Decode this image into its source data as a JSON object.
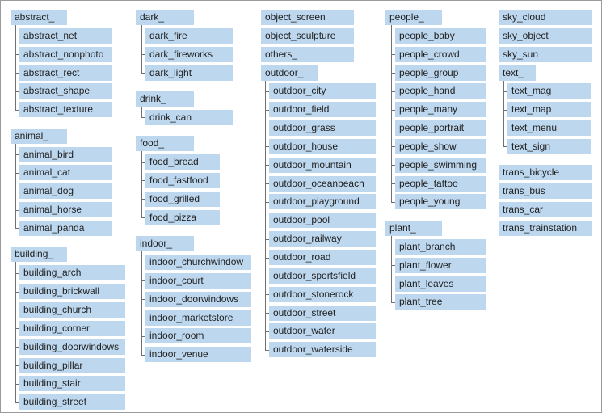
{
  "columns": [
    {
      "groups": [
        {
          "label": "abstract_",
          "children": [
            "abstract_net",
            "abstract_nonphoto",
            "abstract_rect",
            "abstract_shape",
            "abstract_texture"
          ]
        },
        {
          "label": "animal_",
          "children": [
            "animal_bird",
            "animal_cat",
            "animal_dog",
            "animal_horse",
            "animal_panda"
          ]
        },
        {
          "label": "building_",
          "children": [
            "building_arch",
            "building_brickwall",
            "building_church",
            "building_corner",
            "building_doorwindows",
            "building_pillar",
            "building_stair",
            "building_street"
          ]
        }
      ]
    },
    {
      "groups": [
        {
          "label": "dark_",
          "children": [
            "dark_fire",
            "dark_fireworks",
            "dark_light"
          ]
        },
        {
          "label": "drink_",
          "children": [
            "drink_can"
          ]
        },
        {
          "label": "food_",
          "children": [
            "food_bread",
            "food_fastfood",
            "food_grilled",
            "food_pizza"
          ]
        },
        {
          "label": "indoor_",
          "children": [
            "indoor_churchwindow",
            "indoor_court",
            "indoor_doorwindows",
            "indoor_marketstore",
            "indoor_room",
            "indoor_venue"
          ]
        }
      ]
    },
    {
      "groups": [
        {
          "label": "object_screen",
          "children": []
        },
        {
          "label": "object_sculpture",
          "children": []
        },
        {
          "label": "others_",
          "children": []
        },
        {
          "label": "outdoor_",
          "children": [
            "outdoor_city",
            "outdoor_field",
            "outdoor_grass",
            "outdoor_house",
            "outdoor_mountain",
            "outdoor_oceanbeach",
            "outdoor_playground",
            "outdoor_pool",
            "outdoor_railway",
            "outdoor_road",
            "outdoor_sportsfield",
            "outdoor_stonerock",
            "outdoor_street",
            "outdoor_water",
            "outdoor_waterside"
          ]
        }
      ]
    },
    {
      "groups": [
        {
          "label": "people_",
          "children": [
            "people_baby",
            "people_crowd",
            "people_group",
            "people_hand",
            "people_many",
            "people_portrait",
            "people_show",
            "people_swimming",
            "people_tattoo",
            "people_young"
          ]
        },
        {
          "label": "plant_",
          "children": [
            "plant_branch",
            "plant_flower",
            "plant_leaves",
            "plant_tree"
          ]
        }
      ]
    },
    {
      "groups": [
        {
          "label": "sky_cloud",
          "children": []
        },
        {
          "label": "sky_object",
          "children": []
        },
        {
          "label": "sky_sun",
          "children": []
        },
        {
          "label": "text_",
          "children": [
            "text_mag",
            "text_map",
            "text_menu",
            "text_sign"
          ]
        },
        {
          "label": "trans_bicycle",
          "children": []
        },
        {
          "label": "trans_bus",
          "children": []
        },
        {
          "label": "trans_car",
          "children": []
        },
        {
          "label": "trans_trainstation",
          "children": []
        }
      ]
    }
  ],
  "colors": {
    "node_fill": "#bdd7ee",
    "connector": "#707070",
    "text": "#1f1f1f",
    "border": "#9a9a9a"
  }
}
